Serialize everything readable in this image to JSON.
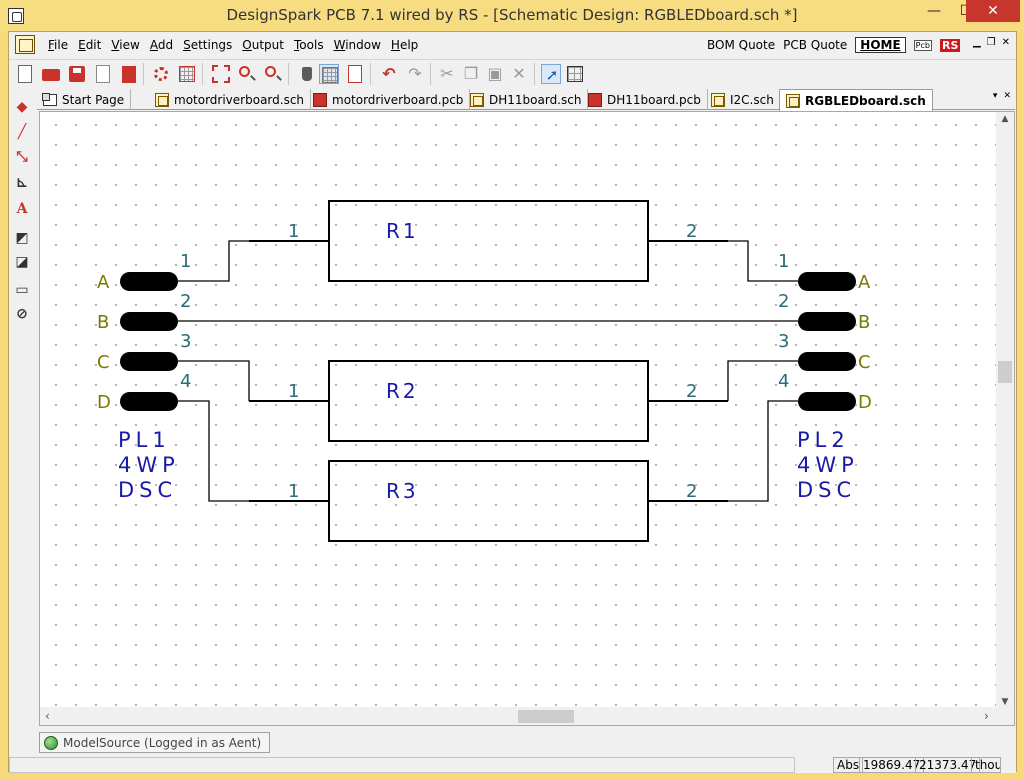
{
  "window": {
    "title": "DesignSpark PCB 7.1 wired by RS - [Schematic Design: RGBLEDboard.sch *]",
    "min_glyph": "—",
    "max_glyph": "☐",
    "close_glyph": "✕"
  },
  "menu": {
    "items": [
      {
        "u": "F",
        "rest": "ile"
      },
      {
        "u": "E",
        "rest": "dit"
      },
      {
        "u": "V",
        "rest": "iew"
      },
      {
        "u": "A",
        "rest": "dd"
      },
      {
        "u": "S",
        "rest": "ettings"
      },
      {
        "u": "O",
        "rest": "utput"
      },
      {
        "u": "T",
        "rest": "ools"
      },
      {
        "u": "W",
        "rest": "indow"
      },
      {
        "u": "H",
        "rest": "elp"
      }
    ],
    "bom_quote": "BOM Quote",
    "pcb_quote": "PCB Quote",
    "home": "HOME",
    "pcb_mini": "Pcb",
    "rs": "RS",
    "mdi_min": "▁",
    "mdi_restore": "❐",
    "mdi_close": "✕"
  },
  "tabs": [
    {
      "label": "Start Page",
      "icon": "start-icon"
    },
    {
      "label": "motordriverboard.sch",
      "icon": "schematic-icon"
    },
    {
      "label": "motordriverboard.pcb",
      "icon": "pcb-icon"
    },
    {
      "label": "DH11board.sch",
      "icon": "schematic-icon"
    },
    {
      "label": "DH11board.pcb",
      "icon": "pcb-icon"
    },
    {
      "label": "I2C.sch",
      "icon": "schematic-icon"
    },
    {
      "label": "RGBLEDboard.sch",
      "icon": "schematic-icon",
      "active": true
    }
  ],
  "tab_controls": {
    "list": "▾",
    "close": "✕"
  },
  "schematic": {
    "resistors": [
      {
        "ref": "R1",
        "pin1": "1",
        "pin2": "2"
      },
      {
        "ref": "R2",
        "pin1": "1",
        "pin2": "2"
      },
      {
        "ref": "R3",
        "pin1": "1",
        "pin2": "2"
      }
    ],
    "connectors": [
      {
        "ref": "PL1",
        "value": "4WP",
        "package": "DSC",
        "pins": [
          {
            "name": "A",
            "num": "1"
          },
          {
            "name": "B",
            "num": "2"
          },
          {
            "name": "C",
            "num": "3"
          },
          {
            "name": "D",
            "num": "4"
          }
        ]
      },
      {
        "ref": "PL2",
        "value": "4WP",
        "package": "DSC",
        "pins": [
          {
            "name": "A",
            "num": "1"
          },
          {
            "name": "B",
            "num": "2"
          },
          {
            "name": "C",
            "num": "3"
          },
          {
            "name": "D",
            "num": "4"
          }
        ]
      }
    ],
    "colors": {
      "wire": "#000000",
      "pin_name": "#7a7a00",
      "pin_number": "#2a6b7a",
      "component_text": "#1a1aa8",
      "grid_dot": "#9f9f9f"
    }
  },
  "bottom_pane": {
    "modelsource": "ModelSource (Logged in as Aent)"
  },
  "status": {
    "mode": "Abs",
    "x": "19869.47",
    "y": "21373.47",
    "units": "thou"
  }
}
